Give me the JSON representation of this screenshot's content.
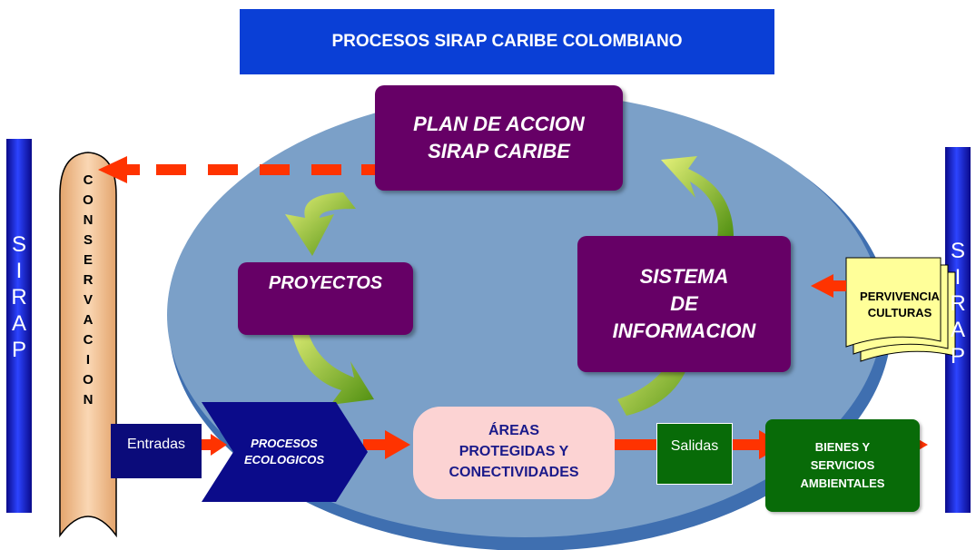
{
  "title": "PROCESOS SIRAP CARIBE COLOMBIANO",
  "left_pillar": [
    "S",
    "I",
    "R",
    "A",
    "P"
  ],
  "right_pillar": [
    "S",
    "I",
    "R",
    "A",
    "P"
  ],
  "conservacion": [
    "C",
    "O",
    "N",
    "S",
    "E",
    "R",
    "V",
    "A",
    "C",
    "I",
    "O",
    "N"
  ],
  "plan": [
    "PLAN DE ACCION",
    "SIRAP CARIBE"
  ],
  "proyectos": "PROYECTOS",
  "sistema": [
    "SISTEMA",
    "DE",
    "INFORMACION"
  ],
  "pervivencia": [
    "PERVIVENCIA",
    "CULTURAS"
  ],
  "entradas": "Entradas",
  "procesos": [
    "PROCESOS",
    "ECOLOGICOS"
  ],
  "areas": [
    "ÁREAS",
    "PROTEGIDAS Y",
    "CONECTIVIDADES"
  ],
  "salidas": "Salidas",
  "bienes": [
    "BIENES Y",
    "SERVICIOS",
    "AMBIENTALES"
  ],
  "colors": {
    "title_bg": "#0a3fd6",
    "purple": "#660066",
    "ellipse": "#7ba0c8",
    "arrow_red": "#ff3300",
    "green": "#086b08",
    "navy": "#0b0b7a",
    "pink": "#fcd3d3",
    "cream": "#ffff99",
    "peach": "#f7c79b"
  }
}
